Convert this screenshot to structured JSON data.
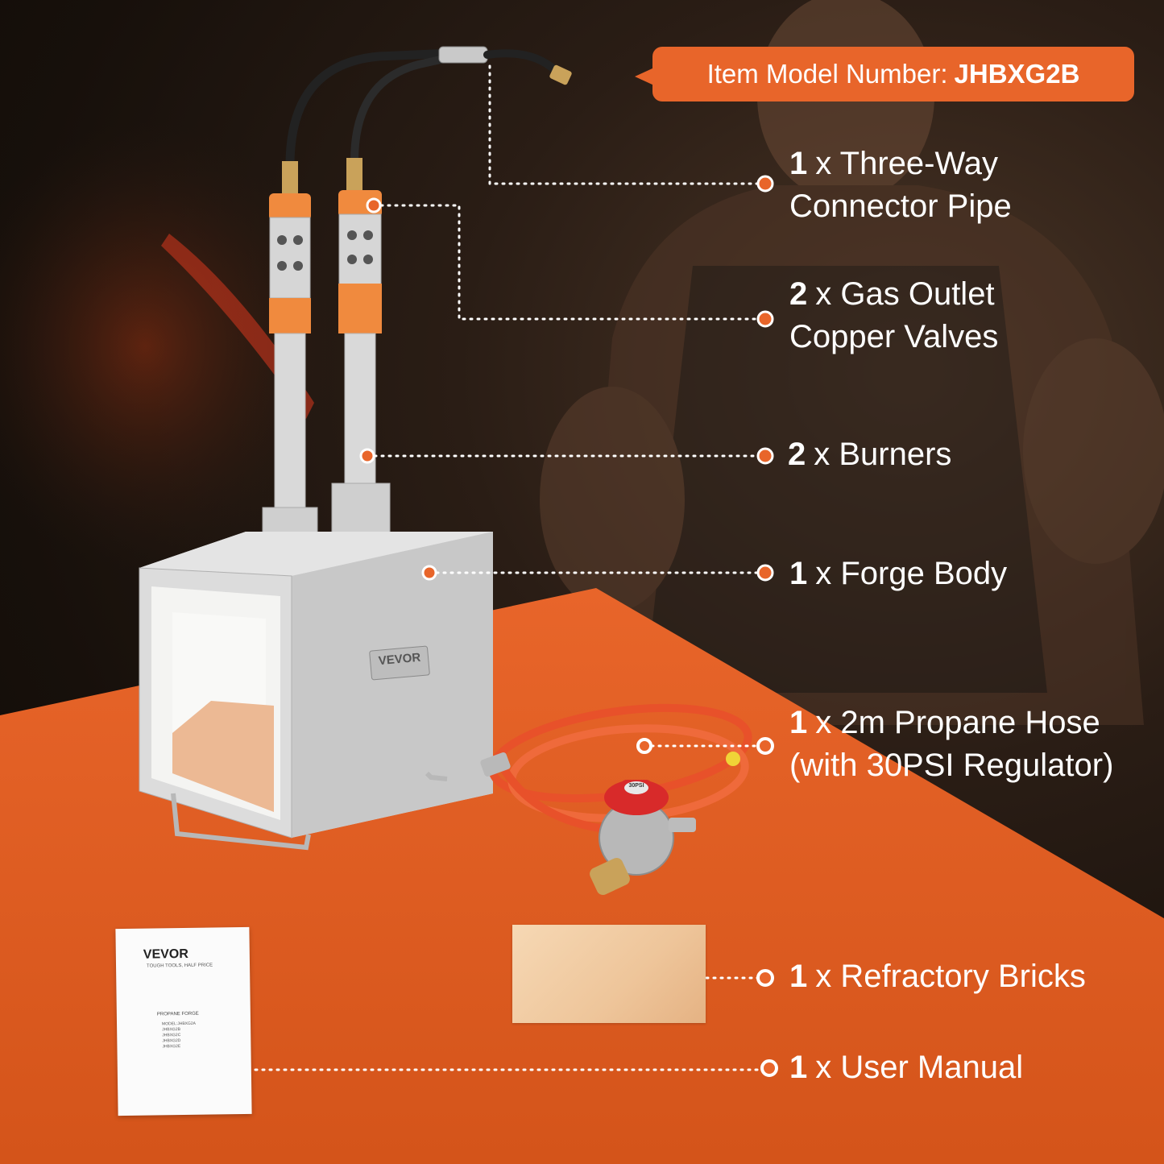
{
  "banner": {
    "prefix": "Item Model Number:",
    "model": "JHBXG2B"
  },
  "components": [
    {
      "qty": "1",
      "line1": "x Three-Way",
      "line2": "Connector Pipe"
    },
    {
      "qty": "2",
      "line1": "x Gas Outlet",
      "line2": "Copper Valves"
    },
    {
      "qty": "2",
      "line1": "x Burners"
    },
    {
      "qty": "1",
      "line1": "x Forge Body"
    },
    {
      "qty": "1",
      "line1": "x 2m Propane Hose",
      "line2": "(with 30PSI Regulator)"
    },
    {
      "qty": "1",
      "line1": "x Refractory Bricks"
    },
    {
      "qty": "1",
      "line1": "x User Manual"
    }
  ],
  "forge": {
    "brand": "VEVOR"
  },
  "regulator": {
    "badge": "30PSI"
  },
  "manual": {
    "brand": "VEVOR",
    "tagline": "TOUGH TOOLS, HALF PRICE",
    "title": "PROPANE FORGE",
    "models": [
      "MODEL:JHBXG2A",
      "JHBXG2B",
      "JHBXG2C",
      "JHBXG2D",
      "JHBXG2E"
    ]
  },
  "colors": {
    "accent": "#e8652a",
    "background_dark": "#1a120c",
    "bottom_orange": "#e05a1c"
  }
}
